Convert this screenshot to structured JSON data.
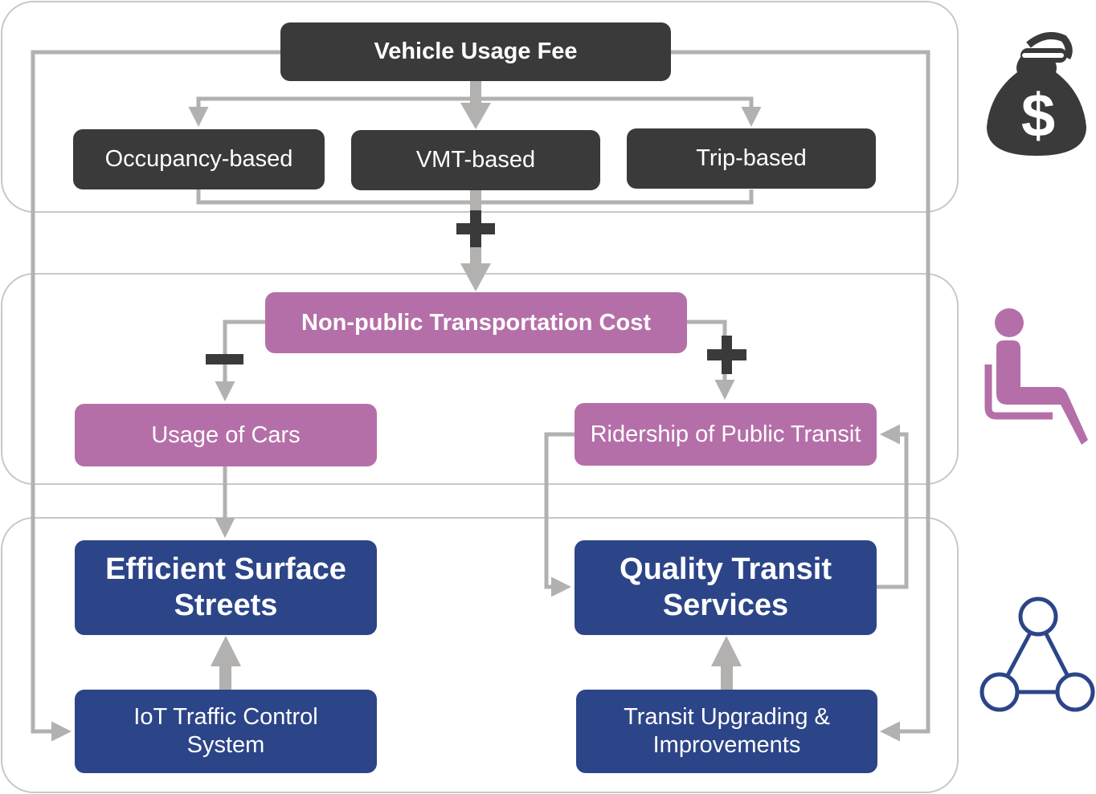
{
  "fee": {
    "title": "Vehicle Usage Fee",
    "types": [
      "Occupancy-based",
      "VMT-based",
      "Trip-based"
    ]
  },
  "cost": {
    "title": "Non-public Transportation Cost",
    "left": "Usage of Cars",
    "right": "Ridership of Public Transit"
  },
  "outcomes": {
    "left_title": "Efficient Surface Streets",
    "right_title": "Quality Transit Services",
    "left_input": "IoT Traffic Control System",
    "right_input": "Transit Upgrading & Improvements"
  },
  "signs": {
    "fee_to_cost": "+",
    "cost_to_cars": "−",
    "cost_to_ridership": "+"
  },
  "icons": [
    "money-bag-icon",
    "seated-person-icon",
    "network-triangle-icon"
  ],
  "colors": {
    "dark": "#3a3a3a",
    "pink": "#b56fa8",
    "blue": "#2c4588",
    "connector": "#b3b0b0"
  }
}
